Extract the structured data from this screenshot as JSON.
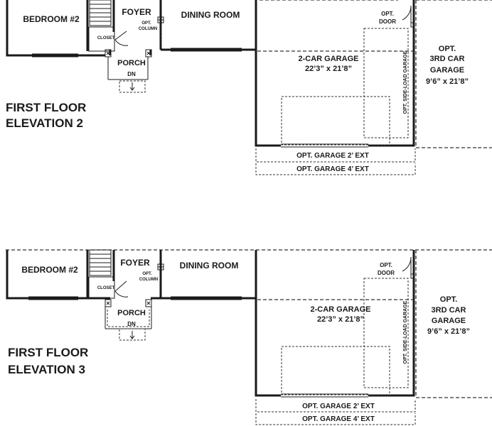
{
  "plans": [
    {
      "bedroom": "BEDROOM #2",
      "foyer": "FOYER",
      "dining": "DINING ROOM",
      "closet": "CLOSET",
      "opt_column": [
        "OPT.",
        "COLUMN"
      ],
      "porch": "PORCH",
      "dn": "DN",
      "opt_door": [
        "OPT.",
        "DOOR"
      ],
      "garage": [
        "2-CAR GARAGE",
        "22’3” x 21’8”"
      ],
      "third_garage": [
        "OPT.",
        "3RD CAR",
        "GARAGE",
        "9’6” x 21’8”"
      ],
      "side_load": "OPT. SIDE-LOAD GARAGE",
      "ext2": "OPT. GARAGE 2’ EXT",
      "ext4": "OPT. GARAGE 4’ EXT",
      "floor_title": [
        "FIRST FLOOR",
        "ELEVATION 2"
      ]
    },
    {
      "bedroom": "BEDROOM #2",
      "foyer": "FOYER",
      "dining": "DINING ROOM",
      "closet": "CLOSET",
      "opt_column": [
        "OPT.",
        "COLUMN"
      ],
      "porch": "PORCH",
      "dn": "DN",
      "opt_door": [
        "OPT.",
        "DOOR"
      ],
      "garage": [
        "2-CAR GARAGE",
        "22’3” x 21’8”"
      ],
      "third_garage": [
        "OPT.",
        "3RD CAR",
        "GARAGE",
        "9’6” x 21’8”"
      ],
      "side_load": "OPT. SIDE-LOAD GARAGE",
      "ext2": "OPT. GARAGE 2’ EXT",
      "ext4": "OPT. GARAGE 4’ EXT",
      "floor_title": [
        "FIRST FLOOR",
        "ELEVATION 3"
      ]
    }
  ]
}
